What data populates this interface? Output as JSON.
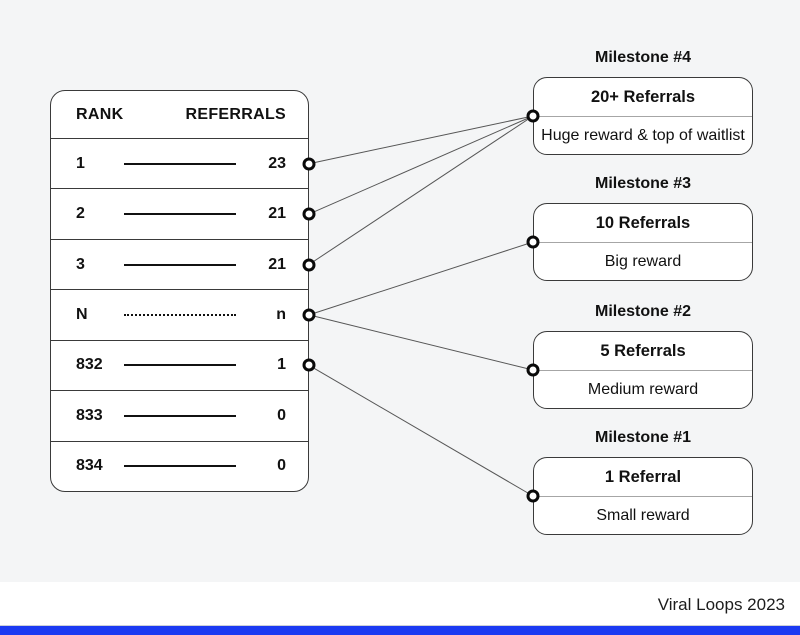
{
  "leaderboard": {
    "headers": {
      "rank": "RANK",
      "referrals": "REFERRALS"
    },
    "rows": [
      {
        "rank": "1",
        "referrals": "23",
        "line": "solid",
        "node": true
      },
      {
        "rank": "2",
        "referrals": "21",
        "line": "solid",
        "node": true
      },
      {
        "rank": "3",
        "referrals": "21",
        "line": "solid",
        "node": true
      },
      {
        "rank": "N",
        "referrals": "n",
        "line": "dotted",
        "node": true
      },
      {
        "rank": "832",
        "referrals": "1",
        "line": "solid",
        "node": true
      },
      {
        "rank": "833",
        "referrals": "0",
        "line": "solid",
        "node": false
      },
      {
        "rank": "834",
        "referrals": "0",
        "line": "solid",
        "node": false
      }
    ]
  },
  "milestones": [
    {
      "id": "milestone-4",
      "title": "Milestone #4",
      "requirement": "20+ Referrals",
      "reward": "Huge reward & top of waitlist"
    },
    {
      "id": "milestone-3",
      "title": "Milestone #3",
      "requirement": "10 Referrals",
      "reward": "Big reward"
    },
    {
      "id": "milestone-2",
      "title": "Milestone #2",
      "requirement": "5 Referrals",
      "reward": "Medium reward"
    },
    {
      "id": "milestone-1",
      "title": "Milestone #1",
      "requirement": "1 Referral",
      "reward": "Small reward"
    }
  ],
  "connections": [
    {
      "from_rank": "1",
      "to": "milestone-4"
    },
    {
      "from_rank": "2",
      "to": "milestone-4"
    },
    {
      "from_rank": "3",
      "to": "milestone-4"
    },
    {
      "from_rank": "N",
      "to": "milestone-3"
    },
    {
      "from_rank": "N",
      "to": "milestone-2"
    },
    {
      "from_rank": "832",
      "to": "milestone-1"
    }
  ],
  "footer": {
    "credit": "Viral Loops 2023"
  },
  "colors": {
    "background": "#f4f5f6",
    "accent_bar": "#1b3af2",
    "connector_line": "#565656",
    "border": "#3a3a3a"
  }
}
